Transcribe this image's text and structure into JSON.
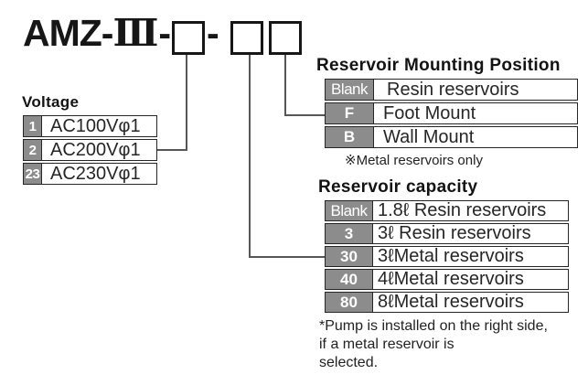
{
  "model_code": {
    "prefix": "AMZ-",
    "series": "Ⅲ",
    "separator": "-"
  },
  "voltage": {
    "heading": "Voltage",
    "rows": [
      {
        "code": "1",
        "label": "AC100Vφ1"
      },
      {
        "code": "2",
        "label": "AC200Vφ1"
      },
      {
        "code": "23",
        "label": "AC230Vφ1"
      }
    ]
  },
  "mounting": {
    "heading": "Reservoir Mounting Position",
    "rows": [
      {
        "code": "Blank",
        "label": "Resin reservoirs"
      },
      {
        "code": "F",
        "label": "Foot Mount"
      },
      {
        "code": "B",
        "label": "Wall Mount"
      }
    ],
    "note": "※Metal reservoirs only"
  },
  "capacity": {
    "heading": "Reservoir capacity",
    "rows": [
      {
        "code": "Blank",
        "label": "1.8ℓ Resin reservoirs"
      },
      {
        "code": "3",
        "label": "3ℓ Resin reservoirs"
      },
      {
        "code": "30",
        "label": "3ℓMetal reservoirs"
      },
      {
        "code": "40",
        "label": "4ℓMetal reservoirs"
      },
      {
        "code": "80",
        "label": "8ℓMetal reservoirs"
      }
    ],
    "footnote": "*Pump is installed on the right side,\nif a metal reservoir is\nselected."
  },
  "colors": {
    "key_cell_bg": "#8c8c8c",
    "key_cell_text": "#ffffff",
    "table_border": "#262626",
    "connector_line": "#565656",
    "title_text": "#161616"
  }
}
